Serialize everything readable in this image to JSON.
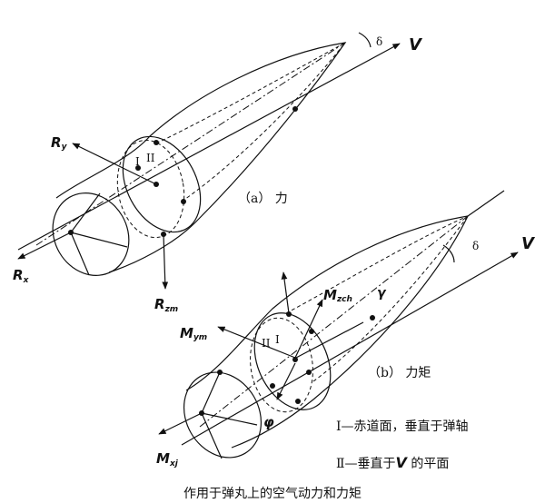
{
  "diagram_a": {
    "label_v": "V",
    "label_delta": "δ",
    "label_ry_main": "R",
    "label_ry_sub": "y",
    "label_rx_main": "R",
    "label_rx_sub": "x",
    "label_rzm_main": "R",
    "label_rzm_sub": "zm",
    "label_plane_1": "I",
    "label_plane_2": "II",
    "caption": "（a） 力"
  },
  "diagram_b": {
    "label_v": "V",
    "label_delta": "δ",
    "label_gamma": "γ",
    "label_mzch_main": "M",
    "label_mzch_sub": "zch",
    "label_mym_main": "M",
    "label_mym_sub": "ym",
    "label_mxj_main": "M",
    "label_mxj_sub": "xj",
    "label_phi": "φ",
    "label_plane_1": "I",
    "label_plane_2": "II",
    "caption": "（b） 力矩"
  },
  "legend": {
    "line1": "Ⅰ—赤道面，垂直于弹轴",
    "line2_prefix": "Ⅱ—垂直于",
    "line2_v": "V",
    "line2_suffix": " 的平面"
  },
  "figure_caption": "作用于弹丸上的空气动力和力矩"
}
